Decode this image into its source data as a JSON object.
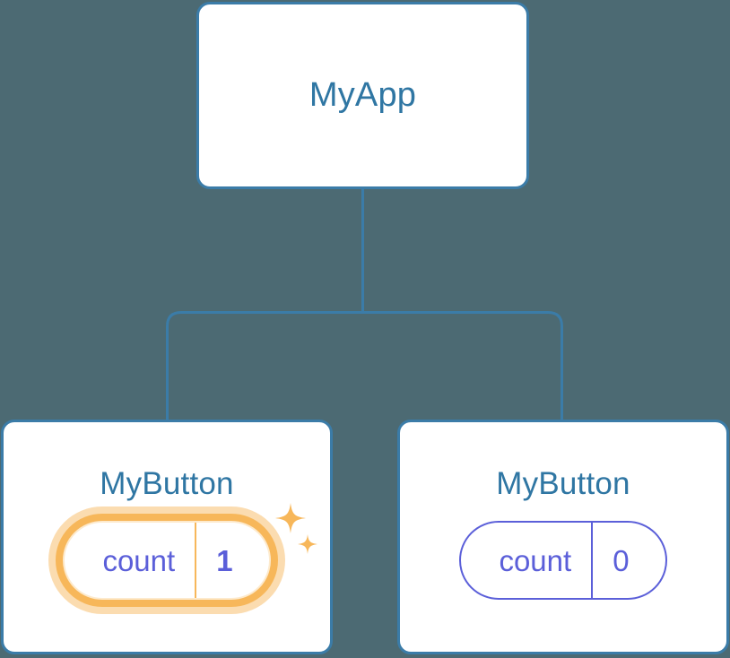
{
  "diagram": {
    "type": "component-tree",
    "background_color": "#4c6a73",
    "node_border_color": "#3b7ca8",
    "node_title_color": "#2f76a3",
    "connector_color": "#3b7ca8",
    "state_color": "#5b5fd9",
    "highlight_color": "#f7b75a",
    "highlight_glow_color": "#fbdcb0",
    "root": {
      "title": "MyApp"
    },
    "children": [
      {
        "title": "MyButton",
        "state": {
          "key": "count",
          "value": "1"
        },
        "highlighted": true,
        "sparkle_icon": "sparkles-icon"
      },
      {
        "title": "MyButton",
        "state": {
          "key": "count",
          "value": "0"
        },
        "highlighted": false
      }
    ]
  }
}
